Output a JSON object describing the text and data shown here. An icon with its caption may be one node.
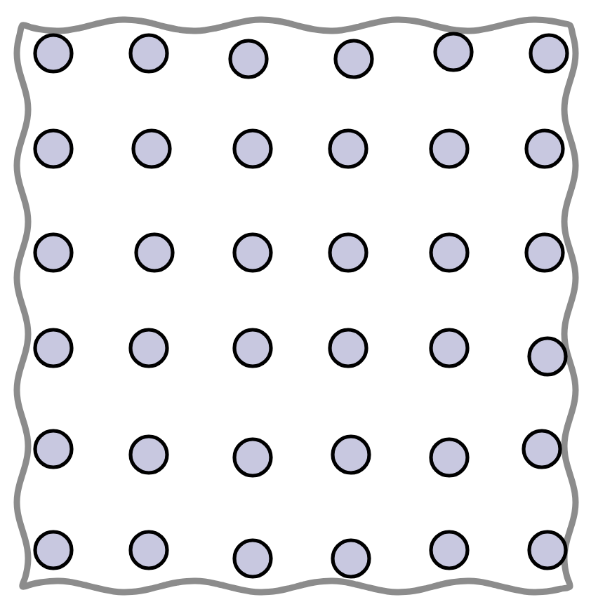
{
  "diagram": {
    "nodes": [
      {
        "text": [],
        "shape": "circle"
      },
      {
        "text": [],
        "shape": "circle"
      },
      {
        "text": [],
        "shape": "circle"
      },
      {
        "text": [],
        "shape": "circle"
      },
      {
        "text": [],
        "shape": "circle"
      },
      {
        "text": [],
        "shape": "circle"
      },
      {
        "text": [],
        "shape": "circle"
      },
      {
        "text": [],
        "shape": "circle"
      },
      {
        "text": [],
        "shape": "circle"
      },
      {
        "text": [],
        "shape": "circle"
      },
      {
        "text": [],
        "shape": "circle"
      },
      {
        "text": [],
        "shape": "circle"
      },
      {
        "text": [],
        "shape": "circle"
      },
      {
        "text": [],
        "shape": "circle"
      },
      {
        "text": [],
        "shape": "circle"
      },
      {
        "text": [],
        "shape": "circle"
      },
      {
        "text": [],
        "shape": "circle"
      },
      {
        "text": [],
        "shape": "circle"
      },
      {
        "text": [],
        "shape": "circle"
      },
      {
        "text": [],
        "shape": "circle"
      },
      {
        "text": [],
        "shape": "circle"
      },
      {
        "text": [],
        "shape": "circle"
      },
      {
        "text": [],
        "shape": "circle"
      },
      {
        "text": [],
        "shape": "circle"
      },
      {
        "text": [],
        "shape": "circle"
      },
      {
        "text": [],
        "shape": "circle"
      },
      {
        "text": [],
        "shape": "circle"
      },
      {
        "text": [],
        "shape": "circle"
      },
      {
        "text": [],
        "shape": "circle"
      },
      {
        "text": [],
        "shape": "circle"
      },
      {
        "text": [],
        "shape": "circle"
      },
      {
        "text": [],
        "shape": "circle"
      },
      {
        "text": [],
        "shape": "circle"
      },
      {
        "text": [],
        "shape": "circle"
      },
      {
        "text": [],
        "shape": "circle"
      },
      {
        "text": [],
        "shape": "circle"
      }
    ]
  }
}
